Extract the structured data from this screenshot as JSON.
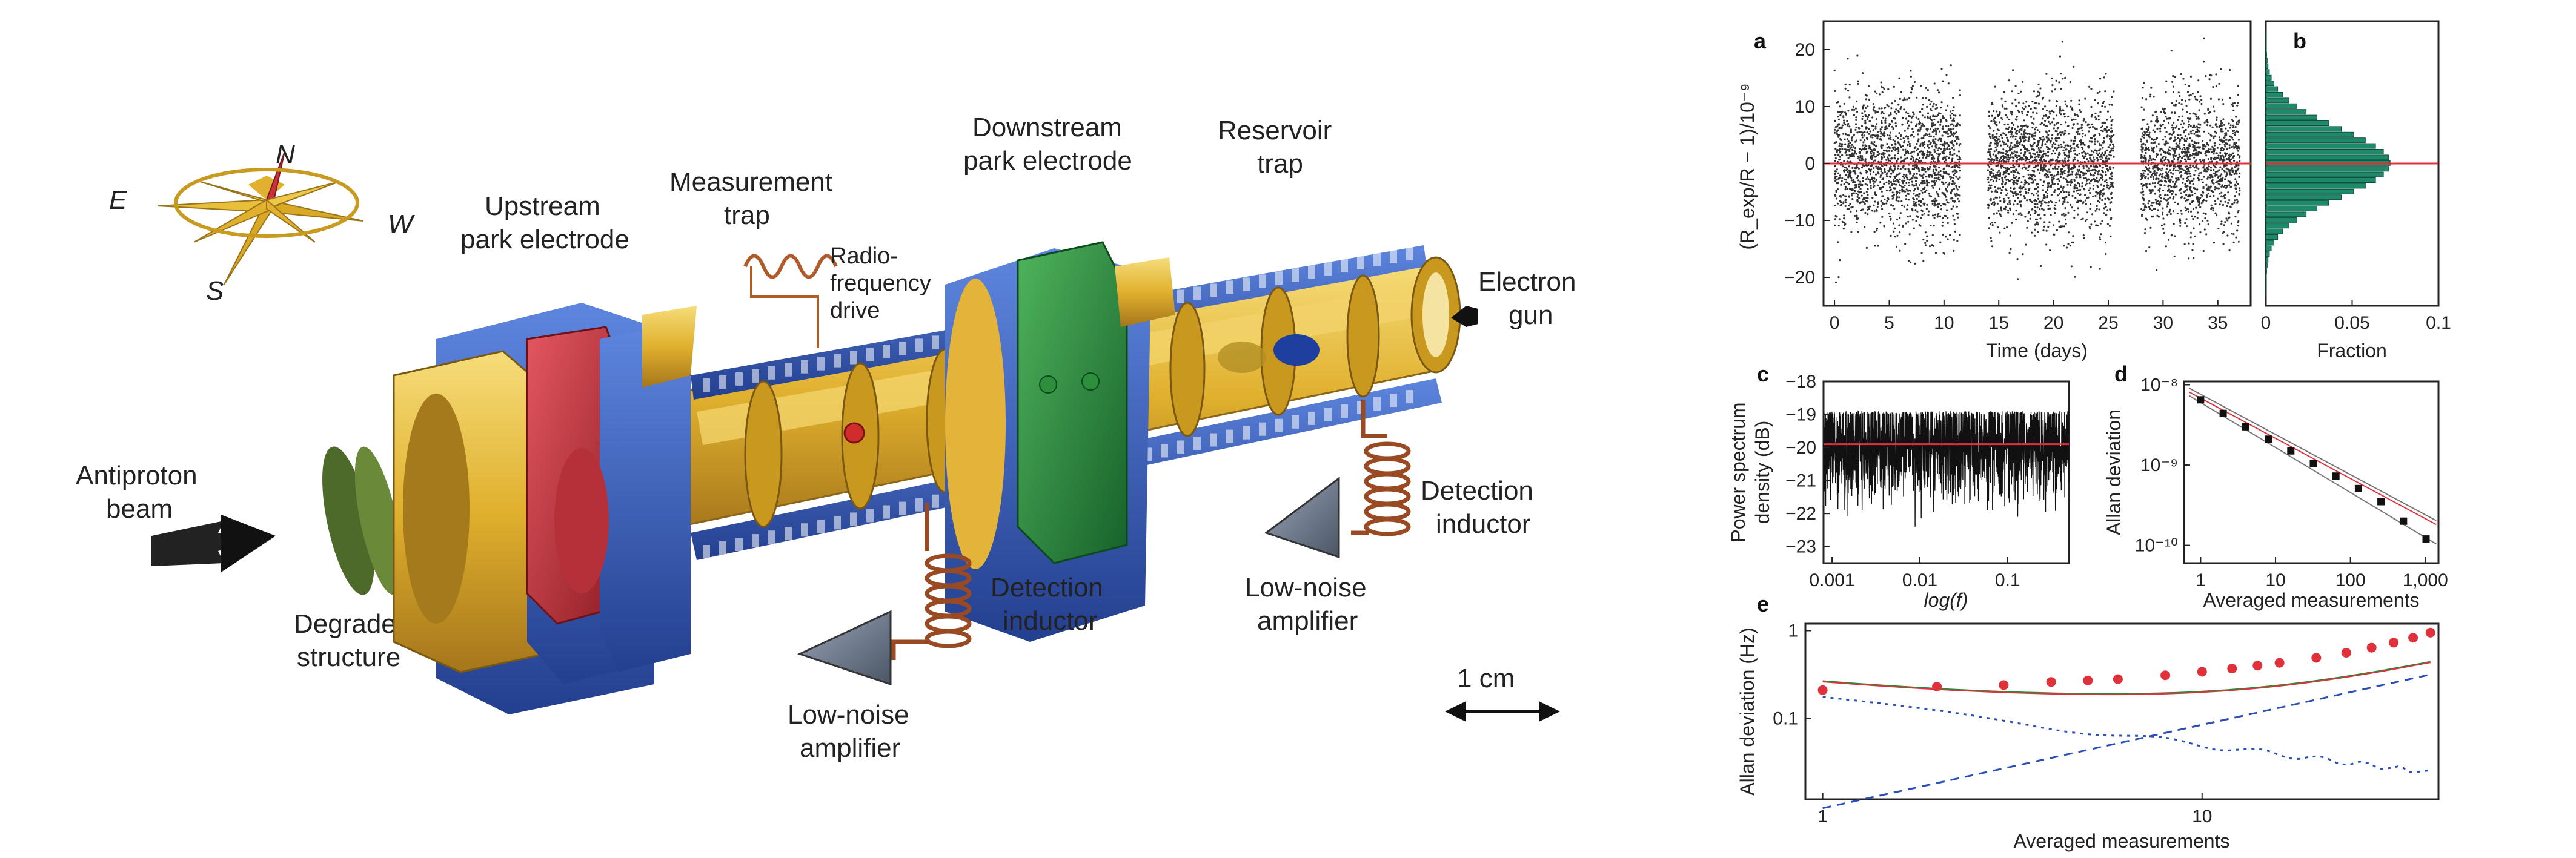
{
  "figure": {
    "compass": {
      "n": "N",
      "e": "E",
      "w": "W",
      "s": "S"
    },
    "labels": {
      "antiproton": [
        "Antiproton",
        "beam"
      ],
      "degrader": [
        "Degrader",
        "structure"
      ],
      "upstream": [
        "Upstream",
        "park electrode"
      ],
      "measurement": [
        "Measurement",
        "trap"
      ],
      "rf": [
        "Radio-",
        "frequency",
        "drive"
      ],
      "downstream": [
        "Downstream",
        "park electrode"
      ],
      "reservoir": [
        "Reservoir",
        "trap"
      ],
      "electron": [
        "Electron",
        "gun"
      ],
      "det1": [
        "Detection",
        "inductor"
      ],
      "det2": [
        "Detection",
        "inductor"
      ],
      "lna1": [
        "Low-noise",
        "amplifier"
      ],
      "lna2": [
        "Low-noise",
        "amplifier"
      ],
      "scale": "1 cm"
    },
    "colors": {
      "gold": "#e2b43a",
      "blue": "#3a5fb8",
      "red": "#c8323a",
      "green": "#2f8a3c",
      "copper": "#a4512a"
    }
  },
  "panels": {
    "a": {
      "letter": "a",
      "xlabel": "Time (days)",
      "ylabel": "(R_exp/R − 1)/10⁻⁹"
    },
    "b": {
      "letter": "b",
      "xlabel": "Fraction"
    },
    "c": {
      "letter": "c",
      "xlabel": "log(f)",
      "ylabel": [
        "Power spectrum",
        "density (dB)"
      ]
    },
    "d": {
      "letter": "d",
      "xlabel": "Averaged measurements",
      "ylabel": "Allan deviation"
    },
    "e": {
      "letter": "e",
      "xlabel": "Averaged measurements",
      "ylabel": "Allan deviation (Hz)"
    }
  },
  "chart_data": [
    {
      "id": "a",
      "type": "scatter",
      "xlabel": "Time (days)",
      "ylabel": "(Rexp/R − 1)/10^-9",
      "xlim": [
        -1,
        38
      ],
      "ylim": [
        -25,
        25
      ],
      "xticks": [
        0,
        5,
        10,
        15,
        20,
        25,
        30,
        35
      ],
      "yticks": [
        -20,
        -10,
        0,
        10,
        20
      ],
      "segments": [
        [
          0,
          11.5
        ],
        [
          14,
          25.5
        ],
        [
          28,
          37
        ]
      ],
      "spread_sigma": 6,
      "reference_line": 0
    },
    {
      "id": "b",
      "type": "bar",
      "xlabel": "Fraction",
      "xlim": [
        0,
        0.1
      ],
      "xticks": [
        "0",
        "0.05",
        "0.1"
      ],
      "histogram_centers": [
        -21,
        -18,
        -15,
        -12,
        -9,
        -6,
        -3,
        0,
        3,
        6,
        9,
        12,
        15,
        18,
        21
      ],
      "fractions": [
        0.002,
        0.005,
        0.012,
        0.022,
        0.035,
        0.05,
        0.063,
        0.072,
        0.063,
        0.05,
        0.035,
        0.022,
        0.012,
        0.005,
        0.002
      ]
    },
    {
      "id": "c",
      "type": "line",
      "xlabel": "log(f)",
      "ylabel": "Power spectrum density (dB)",
      "xscale": "log",
      "xlim": [
        0.0008,
        0.5
      ],
      "ylim": [
        -23.5,
        -18
      ],
      "xticks": [
        "0.001",
        "0.01",
        "0.1"
      ],
      "yticks": [
        -18,
        -19,
        -20,
        -21,
        -22,
        -23
      ],
      "reference_line": -19.9
    },
    {
      "id": "d",
      "type": "scatter",
      "xlabel": "Averaged measurements",
      "ylabel": "Allan deviation",
      "xscale": "log",
      "yscale": "log",
      "xlim": [
        0.6,
        1500
      ],
      "ylim": [
        6e-11,
        1.1e-08
      ],
      "xticks": [
        "1",
        "10",
        "100",
        "1,000"
      ],
      "yticks": [
        "10⁻⁸",
        "10⁻⁹",
        "10⁻¹⁰"
      ],
      "x": [
        1,
        2,
        4,
        8,
        16,
        32,
        64,
        128,
        256,
        512,
        1024
      ],
      "y": [
        6.5e-09,
        4.4e-09,
        3e-09,
        2.1e-09,
        1.5e-09,
        1.05e-09,
        7.3e-10,
        5.1e-10,
        3.5e-10,
        2e-10,
        1.2e-10
      ]
    },
    {
      "id": "e",
      "type": "line",
      "xlabel": "Averaged measurements",
      "ylabel": "Allan deviation (Hz)",
      "xscale": "log",
      "yscale": "log",
      "xlim": [
        0.9,
        42
      ],
      "ylim": [
        0.012,
        1.2
      ],
      "xticks": [
        "1",
        "10"
      ],
      "yticks": [
        "1",
        "0.1"
      ],
      "points_x": [
        1,
        2,
        3,
        4,
        5,
        6,
        8,
        10,
        12,
        14,
        16,
        20,
        24,
        28,
        32,
        36,
        40
      ],
      "points_y": [
        0.21,
        0.23,
        0.24,
        0.26,
        0.27,
        0.28,
        0.31,
        0.34,
        0.37,
        0.4,
        0.43,
        0.49,
        0.56,
        0.64,
        0.73,
        0.83,
        0.95
      ]
    }
  ]
}
